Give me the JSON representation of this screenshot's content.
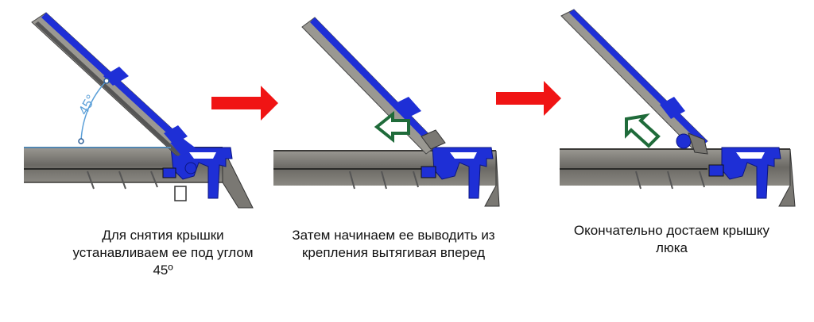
{
  "colors": {
    "cover_blue": "#1e2fd6",
    "frame_gray": "#6e6c67",
    "frame_dark": "#3b3a37",
    "arrow_red": "#f01414",
    "arrow_green": "#1f6b3a",
    "angle_blue": "#5a9fd8"
  },
  "steps": [
    {
      "angle_label": "45°",
      "caption_lines": [
        "Для снятия крышки",
        "устанавливаем ее под углом",
        "45º"
      ]
    },
    {
      "caption_lines": [
        "Затем начинаем ее выводить из",
        "крепления вытягивая вперед"
      ]
    },
    {
      "caption_lines": [
        "Окончательно достаем крышку",
        "люка"
      ]
    }
  ],
  "icons": {
    "between_steps": "right-arrow-icon",
    "direction_step2": "left-arrow-outline-icon",
    "direction_step3": "up-left-arrow-outline-icon"
  }
}
